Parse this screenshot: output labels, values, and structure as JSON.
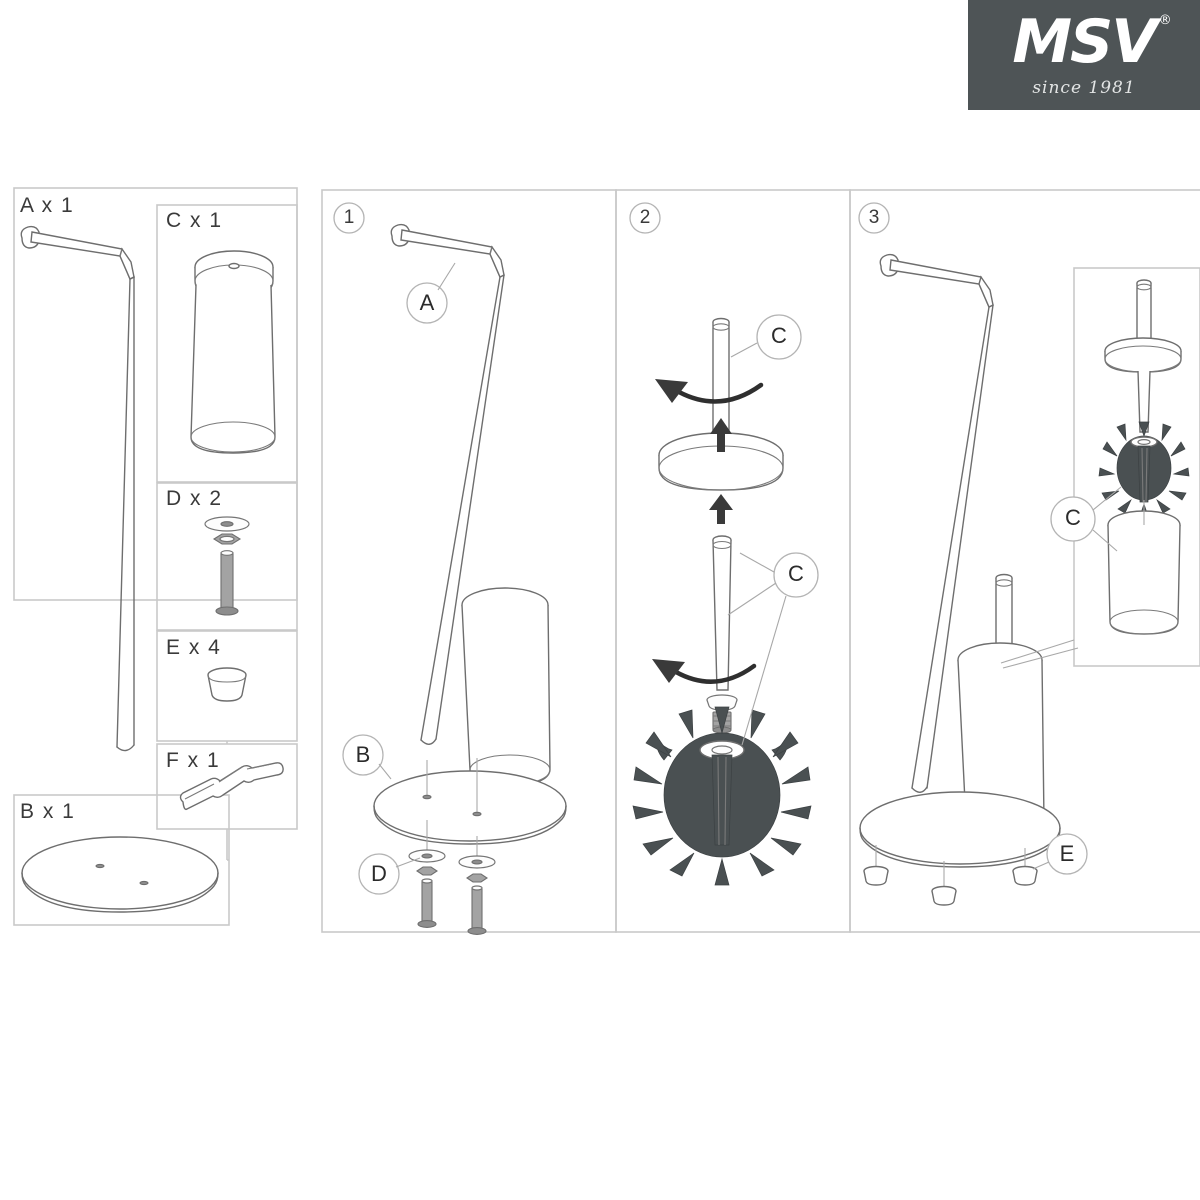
{
  "brand": {
    "name": "MSV",
    "registered": "®",
    "tagline": "since 1981",
    "box_color": "#4e5456",
    "text_color": "#ffffff"
  },
  "document": {
    "type": "assembly-instructions",
    "product": "toilet paper holder with toilet brush stand"
  },
  "parts_list": {
    "items": [
      {
        "id": "A",
        "label": "A x 1",
        "qty": 1,
        "icon": "curved-rod-part"
      },
      {
        "id": "C",
        "label": "C x 1",
        "qty": 1,
        "icon": "cylinder-container-part"
      },
      {
        "id": "D",
        "label": "D x 2",
        "qty": 2,
        "icon": "bolt-washer-nut-part"
      },
      {
        "id": "E",
        "label": "E x 4",
        "qty": 4,
        "icon": "rubber-foot-part"
      },
      {
        "id": "F",
        "label": "F x 1",
        "qty": 1,
        "icon": "s-wrench-part"
      },
      {
        "id": "B",
        "label": "B x 1",
        "qty": 1,
        "icon": "round-base-plate-part"
      }
    ]
  },
  "steps": [
    {
      "number": "1",
      "callouts": [
        {
          "id": "A",
          "label": "A"
        },
        {
          "id": "B",
          "label": "B"
        },
        {
          "id": "D",
          "label": "D"
        }
      ]
    },
    {
      "number": "2",
      "callouts": [
        {
          "id": "C-top",
          "label": "C"
        },
        {
          "id": "C-bottom",
          "label": "C"
        }
      ]
    },
    {
      "number": "3",
      "callouts": [
        {
          "id": "C-detail",
          "label": "C"
        },
        {
          "id": "E",
          "label": "E"
        }
      ]
    }
  ],
  "colors": {
    "outline": "#6e6e6e",
    "panel_border": "#c9c9c9",
    "brush_fill": "#4a5052",
    "metal_fill": "#9a9a9a",
    "background": "#ffffff"
  }
}
